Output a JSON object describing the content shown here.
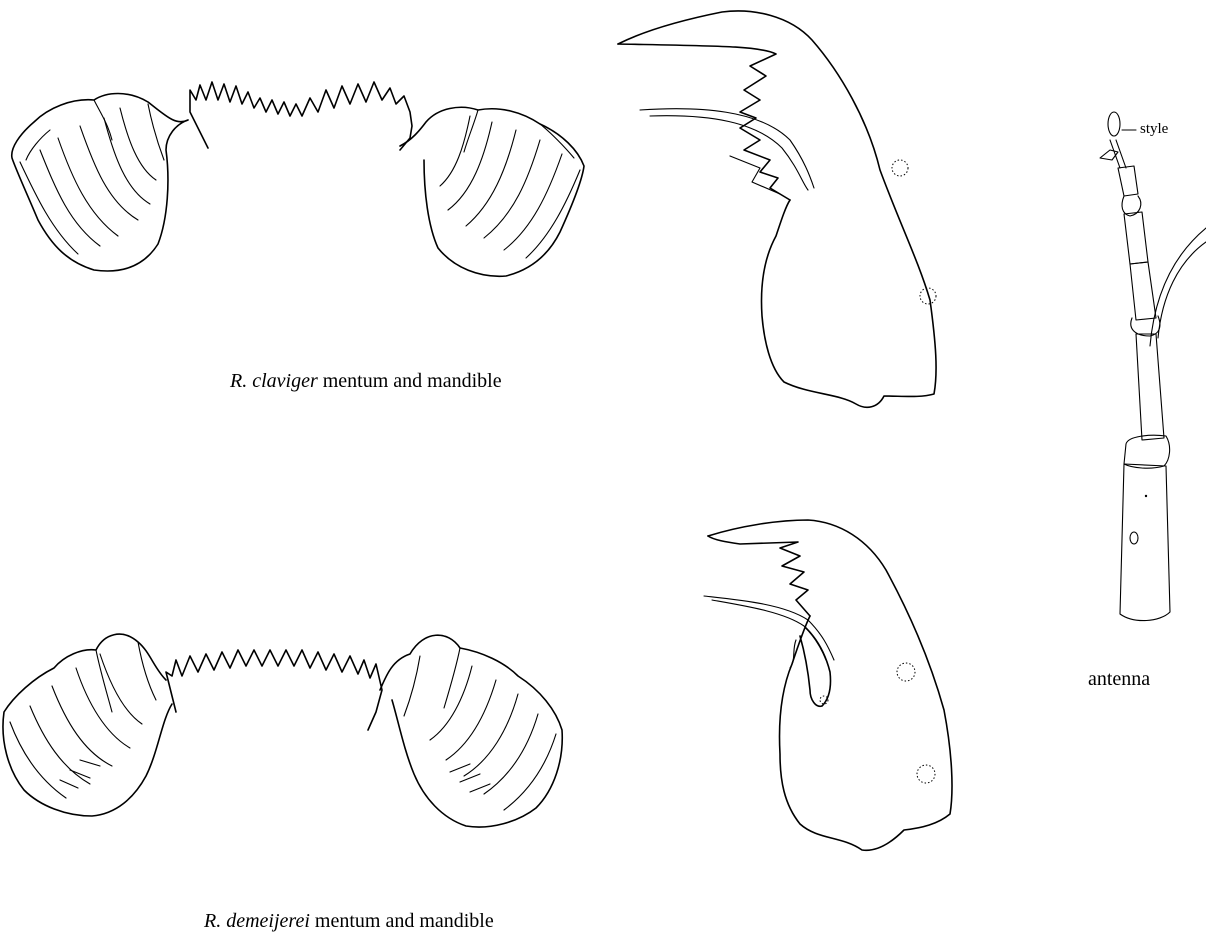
{
  "captions": {
    "claviger": {
      "species": "R. claviger",
      "text": "mentum and mandible"
    },
    "demeijerei": {
      "species": "R. demeijerei",
      "text": "mentum and mandible"
    },
    "antenna": "antenna",
    "style_label": "style"
  }
}
